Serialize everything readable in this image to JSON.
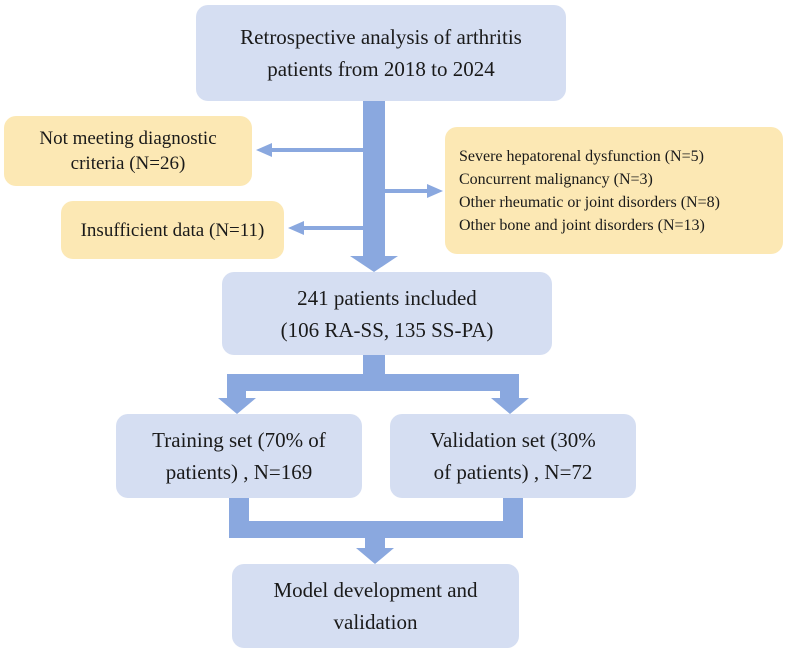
{
  "colors": {
    "process_box": "#d5def2",
    "exclusion_box": "#fce8b4",
    "connector": "#8aa8df"
  },
  "start": {
    "lines": [
      "Retrospective analysis of arthritis",
      "patients from 2018 to 2024"
    ]
  },
  "exclusions_left": [
    {
      "lines": [
        "Not meeting diagnostic",
        "criteria (N=26)"
      ]
    },
    {
      "lines": [
        "Insufficient data (N=11)"
      ]
    }
  ],
  "exclusions_right": {
    "lines": [
      "Severe hepatorenal dysfunction (N=5)",
      "Concurrent malignancy (N=3)",
      "Other rheumatic or joint disorders (N=8)",
      "Other bone and joint disorders (N=13)"
    ]
  },
  "included": {
    "lines": [
      "241 patients included",
      "(106 RA-SS, 135 SS-PA)"
    ]
  },
  "training": {
    "lines": [
      "Training set (70% of",
      "patients) , N=169"
    ]
  },
  "validation": {
    "lines": [
      "Validation set (30%",
      "of patients) , N=72"
    ]
  },
  "model": {
    "lines": [
      "Model development and",
      "validation"
    ]
  }
}
